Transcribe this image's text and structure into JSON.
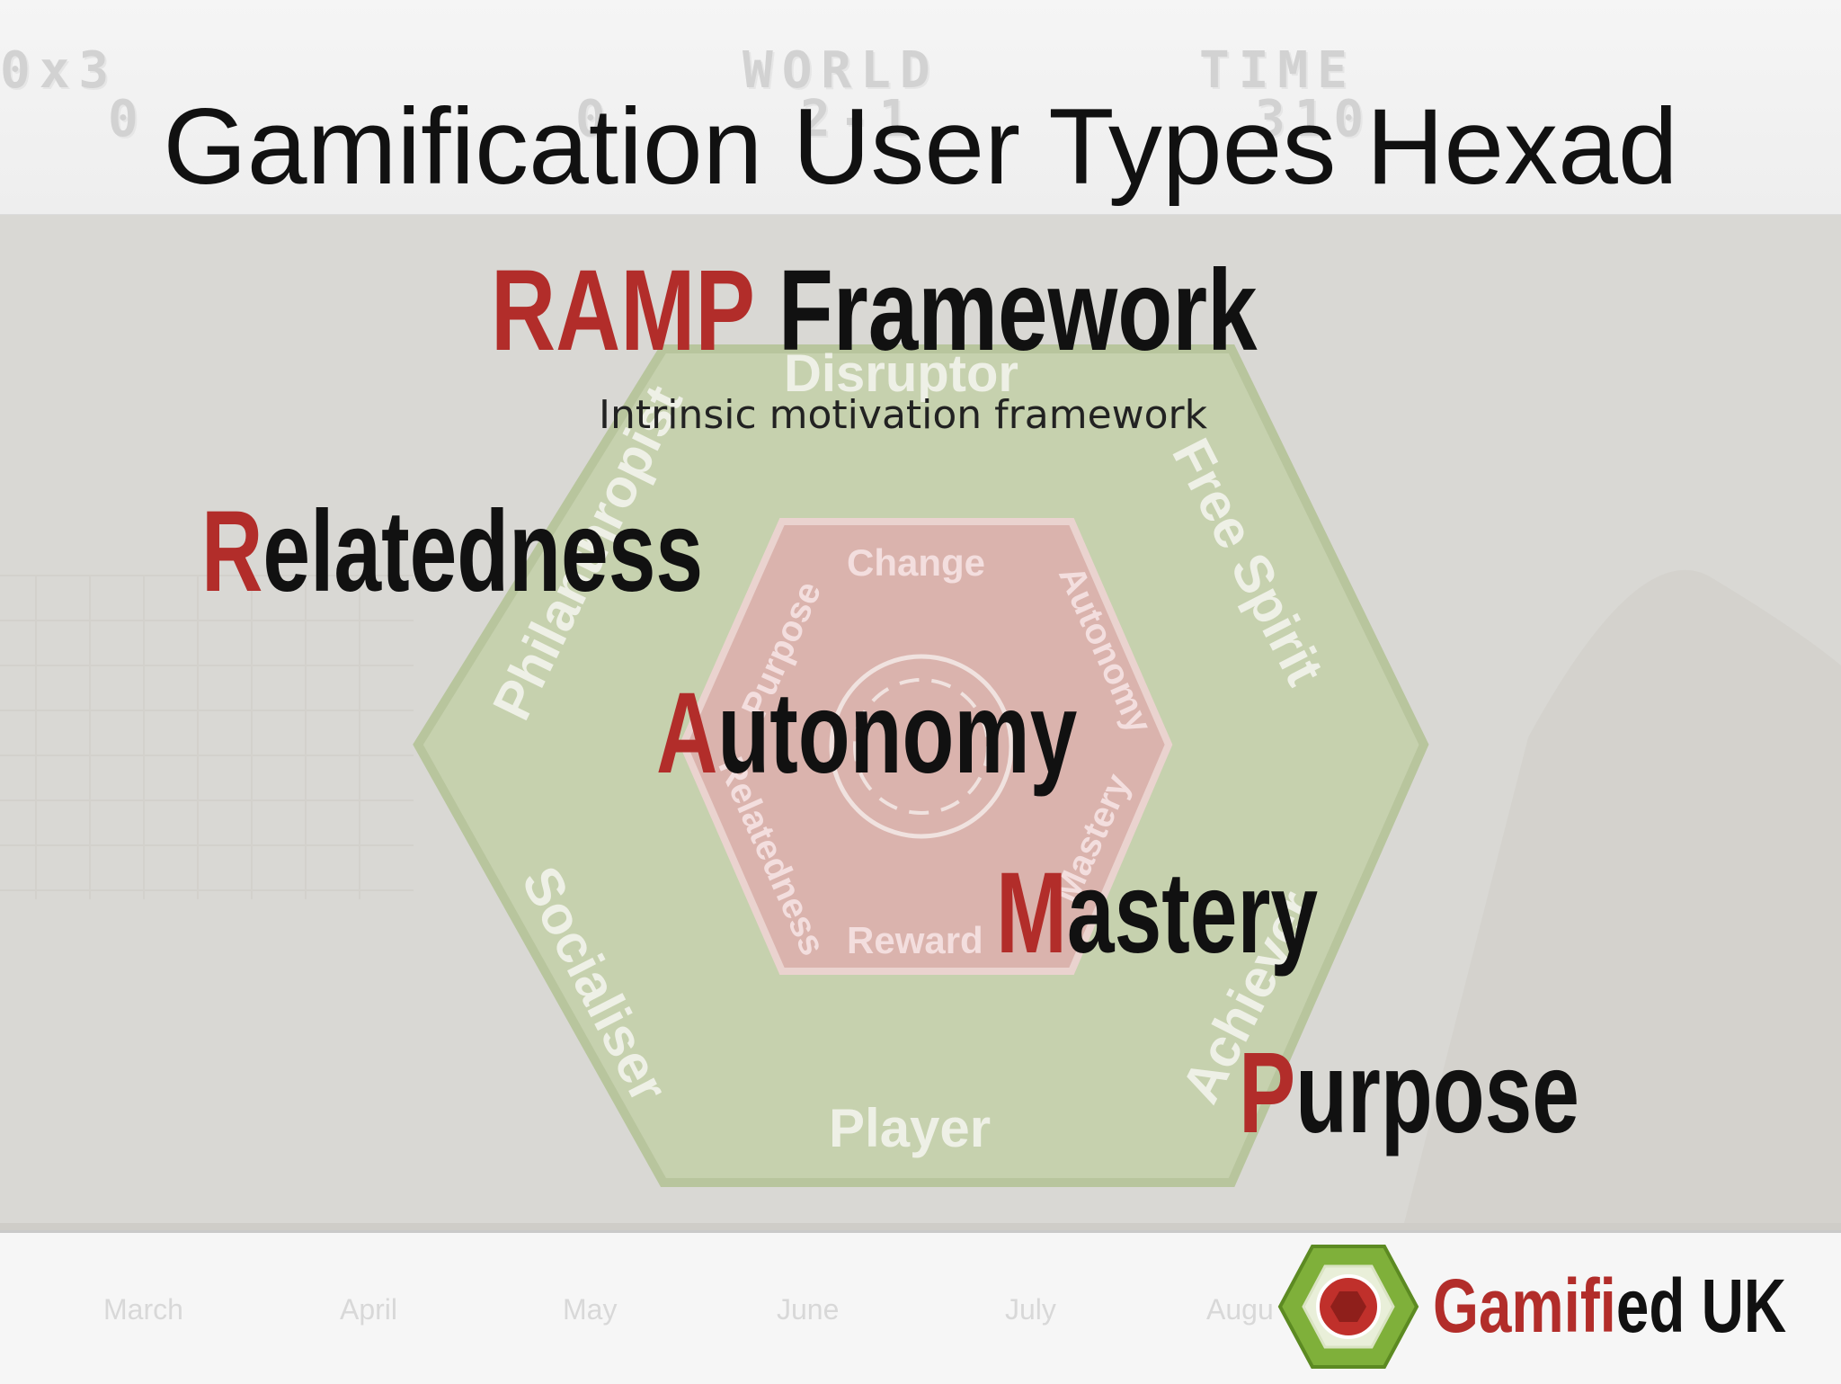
{
  "slide": {
    "title": "Gamification User Types Hexad",
    "heading_part1": "RAMP",
    "heading_part2": "Framework",
    "subtitle": "Intrinsic motivation framework"
  },
  "ramp_terms": [
    {
      "initial": "R",
      "rest": "elatedness"
    },
    {
      "initial": "A",
      "rest": "utonomy"
    },
    {
      "initial": "M",
      "rest": "astery"
    },
    {
      "initial": "P",
      "rest": "urpose"
    }
  ],
  "hexad": {
    "outer_labels": {
      "top": "Disruptor",
      "upper_left": "Philanthropist",
      "upper_right": "Free Spirit",
      "lower_left": "Socialiser",
      "lower_right": "Achiever",
      "bottom": "Player"
    },
    "inner_labels": {
      "top": "Change",
      "bottom": "Reward",
      "upper_left": "Purpose",
      "upper_right": "Autonomy",
      "lower_left": "Relatedness",
      "lower_right": "Mastery"
    }
  },
  "background_game": {
    "hud_left": "0x3",
    "hud_left_sub": "0",
    "hud_mid_sub2": "0",
    "hud_world": "WORLD",
    "hud_world_val": "2-1",
    "hud_time": "TIME",
    "hud_time_val": "310",
    "months": [
      "March",
      "April",
      "May",
      "June",
      "July",
      "Augu"
    ]
  },
  "logo": {
    "part1": "Gamifi",
    "part2": "e",
    "part3": "d UK"
  },
  "colors": {
    "accent_red": "#b22d2a",
    "text_dark": "#111111",
    "hex_outer": "#c6d1ad",
    "hex_inner": "#dab3ad",
    "logo_green": "#7fb03a"
  }
}
